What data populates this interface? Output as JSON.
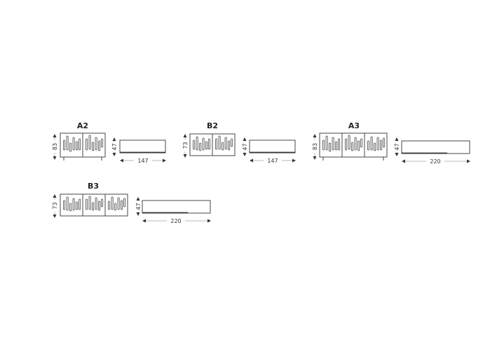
{
  "diagram": {
    "modules": [
      {
        "id": "A2",
        "label": "A2",
        "height_label": "83",
        "depth_label": "47",
        "width_label": "147",
        "doors": 2,
        "legs": true
      },
      {
        "id": "B2",
        "label": "B2",
        "height_label": "73",
        "depth_label": "47",
        "width_label": "147",
        "doors": 2,
        "legs": false
      },
      {
        "id": "A3",
        "label": "A3",
        "height_label": "83",
        "depth_label": "47",
        "width_label": "220",
        "doors": 3,
        "legs": true
      },
      {
        "id": "B3",
        "label": "B3",
        "height_label": "73",
        "depth_label": "47",
        "width_label": "220",
        "doors": 3,
        "legs": false
      }
    ]
  }
}
